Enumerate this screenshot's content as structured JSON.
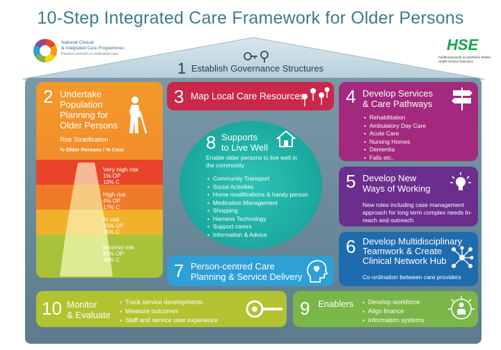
{
  "title": "10-Step Integrated Care Framework for Older Persons",
  "logos": {
    "left_line1": "National Clinical",
    "left_line2": "& Integrated Care Programmes",
    "left_line3": "Person-centred co-ordinated care",
    "right_mark": "HSE",
    "right_line1": "Feidhmeannacht na Seirbhíse Sláinte",
    "right_line2": "Health Service Executive"
  },
  "step1": {
    "num": "1",
    "label": "Establish Governance Structures"
  },
  "step2": {
    "num": "2",
    "title_l1": "Undertake",
    "title_l2": "Population",
    "title_l3": "Planning for",
    "title_l4": "Older Persons",
    "sub1": "Risk Stratification",
    "sub2": "% Older Persons / % Cost",
    "risks": [
      {
        "name": "Very high risk",
        "op": "1% OP",
        "c": "10% C",
        "color": "#e8442a"
      },
      {
        "name": "High risk",
        "op": "4% OP",
        "c": "17% C",
        "color": "#f07a27"
      },
      {
        "name": "At risk",
        "op": "15% OP",
        "c": "25% C",
        "color": "#f2b12a"
      },
      {
        "name": "Minimal risk",
        "op": "80% OP",
        "c": "48% C",
        "color": "#a8c23a"
      }
    ]
  },
  "step3": {
    "num": "3",
    "label": "Map Local Care Resources"
  },
  "step4": {
    "num": "4",
    "title_l1": "Develop Services",
    "title_l2": "& Care Pathways",
    "items": [
      "Rehabilitation",
      "Ambulatory Day Care",
      "Acute Care",
      "Nursing Homes",
      "Dementia",
      "Falls etc.."
    ]
  },
  "step5": {
    "num": "5",
    "title_l1": "Develop New",
    "title_l2": "Ways of Working",
    "desc": "New roles including case management approach for long term complex needs In-reach and outreach"
  },
  "step6": {
    "num": "6",
    "title_l1": "Develop Multidisciplinary",
    "title_l2": "Teamwork & Create",
    "title_l3": "Clinical Network Hub",
    "desc": "Co-ordination between care providers"
  },
  "step7": {
    "num": "7",
    "title_l1": "Person-centred Care",
    "title_l2": "Planning & Service Delivery"
  },
  "step8": {
    "num": "8",
    "title_l1": "Supports",
    "title_l2": "to Live Well",
    "intro": "Enable older persons to live well in the community",
    "items": [
      "Community Transport",
      "Social Activities",
      "Home modifications & handy person",
      "Medication Management",
      "Shopping",
      "Harness Technology",
      "Support carers",
      "Information & Advice"
    ]
  },
  "step9": {
    "num": "9",
    "label": "Enablers",
    "items": [
      "Develop workforce",
      "Align finance",
      "Information systems"
    ]
  },
  "step10": {
    "num": "10",
    "title_l1": "Monitor",
    "title_l2": "& Evaluate",
    "items": [
      "Track service developments",
      "Measure outcomes",
      "Staff and service user experience"
    ]
  }
}
